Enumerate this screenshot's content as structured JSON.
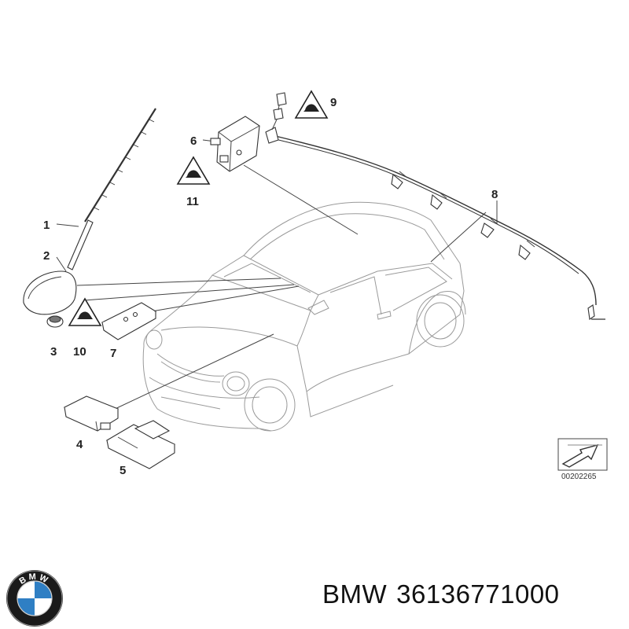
{
  "diagram": {
    "callouts": [
      "1",
      "2",
      "3",
      "4",
      "5",
      "6",
      "7",
      "8",
      "9",
      "10",
      "11"
    ],
    "diagram_code": "00202265"
  },
  "footer": {
    "brand": "BMW",
    "part_number": "36136771000"
  },
  "logo": {
    "lettering": "BMW",
    "colors": {
      "blue": "#2f7fc4",
      "white": "#ffffff",
      "ring": "#1a1a1a"
    }
  }
}
